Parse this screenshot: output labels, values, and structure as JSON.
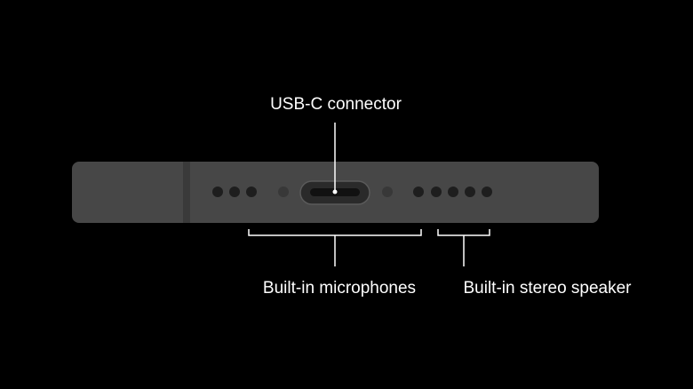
{
  "labels": {
    "usb_c": "USB-C connector",
    "microphones": "Built-in microphones",
    "speaker": "Built-in stereo speaker"
  },
  "colors": {
    "body": "#474747",
    "dot": "#1e1e1e",
    "line": "#ffffff"
  }
}
